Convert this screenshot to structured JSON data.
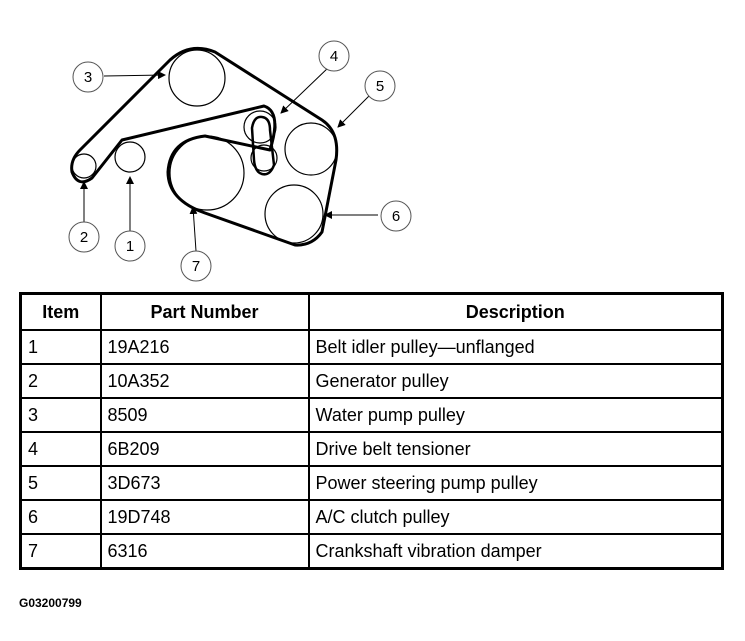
{
  "diagram": {
    "callouts": [
      "1",
      "2",
      "3",
      "4",
      "5",
      "6",
      "7"
    ]
  },
  "table": {
    "headers": [
      "Item",
      "Part Number",
      "Description"
    ],
    "rows": [
      [
        "1",
        "19A216",
        "Belt idler pulley—unflanged"
      ],
      [
        "2",
        "10A352",
        "Generator pulley"
      ],
      [
        "3",
        "8509",
        "Water pump pulley"
      ],
      [
        "4",
        "6B209",
        "Drive belt tensioner"
      ],
      [
        "5",
        "3D673",
        "Power steering pump pulley"
      ],
      [
        "6",
        "19D748",
        "A/C clutch pulley"
      ],
      [
        "7",
        "6316",
        "Crankshaft vibration damper"
      ]
    ]
  },
  "figure_id": "G03200799"
}
